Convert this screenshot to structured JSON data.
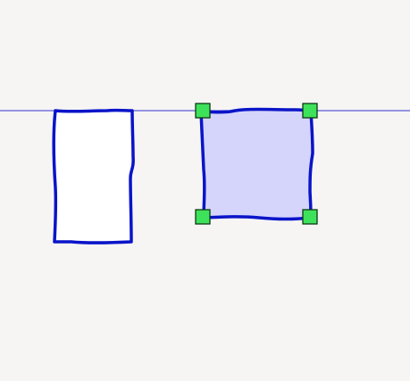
{
  "app": {
    "type": "whiteboard-canvas"
  },
  "colors": {
    "background": "#f6f5f4",
    "guide_line": "#5a5ad6",
    "shape_stroke": "#0a14c8",
    "unselected_fill": "#ffffff",
    "selected_fill": "#d5d5fb",
    "handle_fill": "#3ee25a",
    "handle_stroke": "#0d3a12"
  },
  "canvas": {
    "shapes": [
      {
        "name": "shape-rectangle-1",
        "kind": "hand-drawn-rectangle",
        "selected": false
      },
      {
        "name": "shape-rectangle-2",
        "kind": "hand-drawn-rectangle",
        "selected": true
      }
    ],
    "guide": {
      "kind": "horizontal-alignment-guide"
    },
    "selection_handles": [
      "top-left",
      "top-right",
      "bottom-left",
      "bottom-right"
    ]
  }
}
